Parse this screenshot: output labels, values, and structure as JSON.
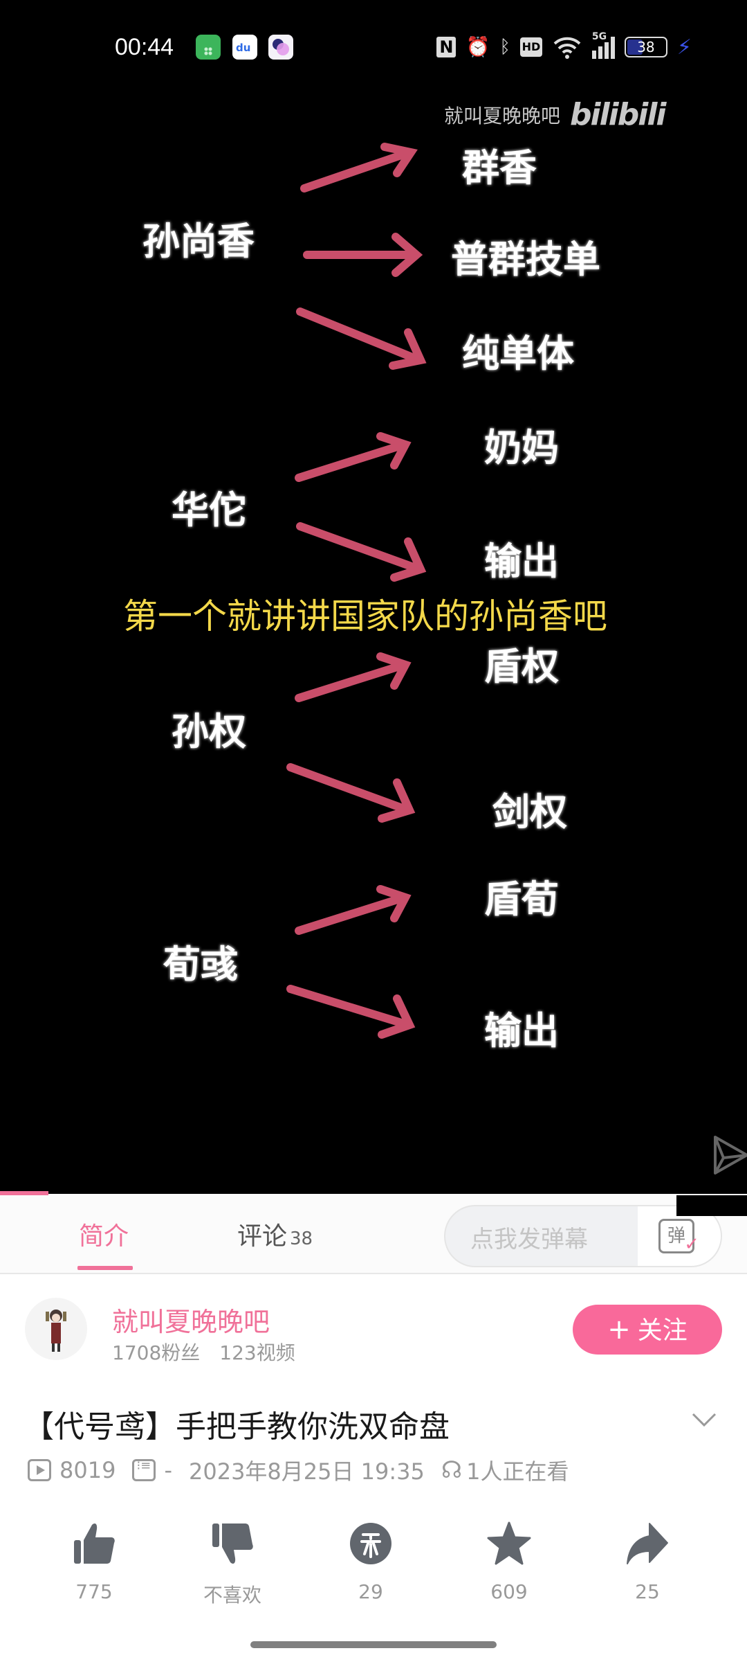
{
  "status_bar": {
    "time": "00:44",
    "battery": "38",
    "network": "5G",
    "app_icons": [
      "app-store-icon",
      "baidu-icon",
      "purple-app-icon"
    ],
    "system_icons": [
      "nfc-icon",
      "alarm-icon",
      "bluetooth-icon",
      "hd-icon",
      "wifi-icon",
      "signal-icon",
      "battery-icon",
      "charging-icon"
    ]
  },
  "video": {
    "watermark_author": "就叫夏晚晚吧",
    "watermark_brand": "bilibili",
    "subtitle": "第一个就讲讲国家队的孙尚香吧",
    "diagram": [
      {
        "source": "孙尚香",
        "targets": [
          "群香",
          "普群技单",
          "纯单体"
        ]
      },
      {
        "source": "华佗",
        "targets": [
          "奶妈",
          "输出"
        ]
      },
      {
        "source": "孙权",
        "targets": [
          "盾权",
          "剑权"
        ]
      },
      {
        "source": "荀彧",
        "targets": [
          "盾荀",
          "输出"
        ]
      }
    ],
    "accent_color": "#f07199"
  },
  "tabs": {
    "intro": "简介",
    "comments": "评论",
    "comments_count": "38",
    "danmaku_placeholder": "点我发弹幕",
    "danmaku_icon_label": "弹"
  },
  "uploader": {
    "name": "就叫夏晚晚吧",
    "followers": "1708粉丝",
    "videos": "123视频",
    "follow_label": "关注",
    "follow_plus": "+"
  },
  "video_info": {
    "title": "【代号鸢】手把手教你洗双命盘",
    "views": "8019",
    "danmaku_count": "-",
    "date": "2023年8月25日 19:35",
    "watching": "1人正在看"
  },
  "actions": {
    "like": "775",
    "dislike": "不喜欢",
    "coin": "29",
    "favorite": "609",
    "share": "25"
  }
}
